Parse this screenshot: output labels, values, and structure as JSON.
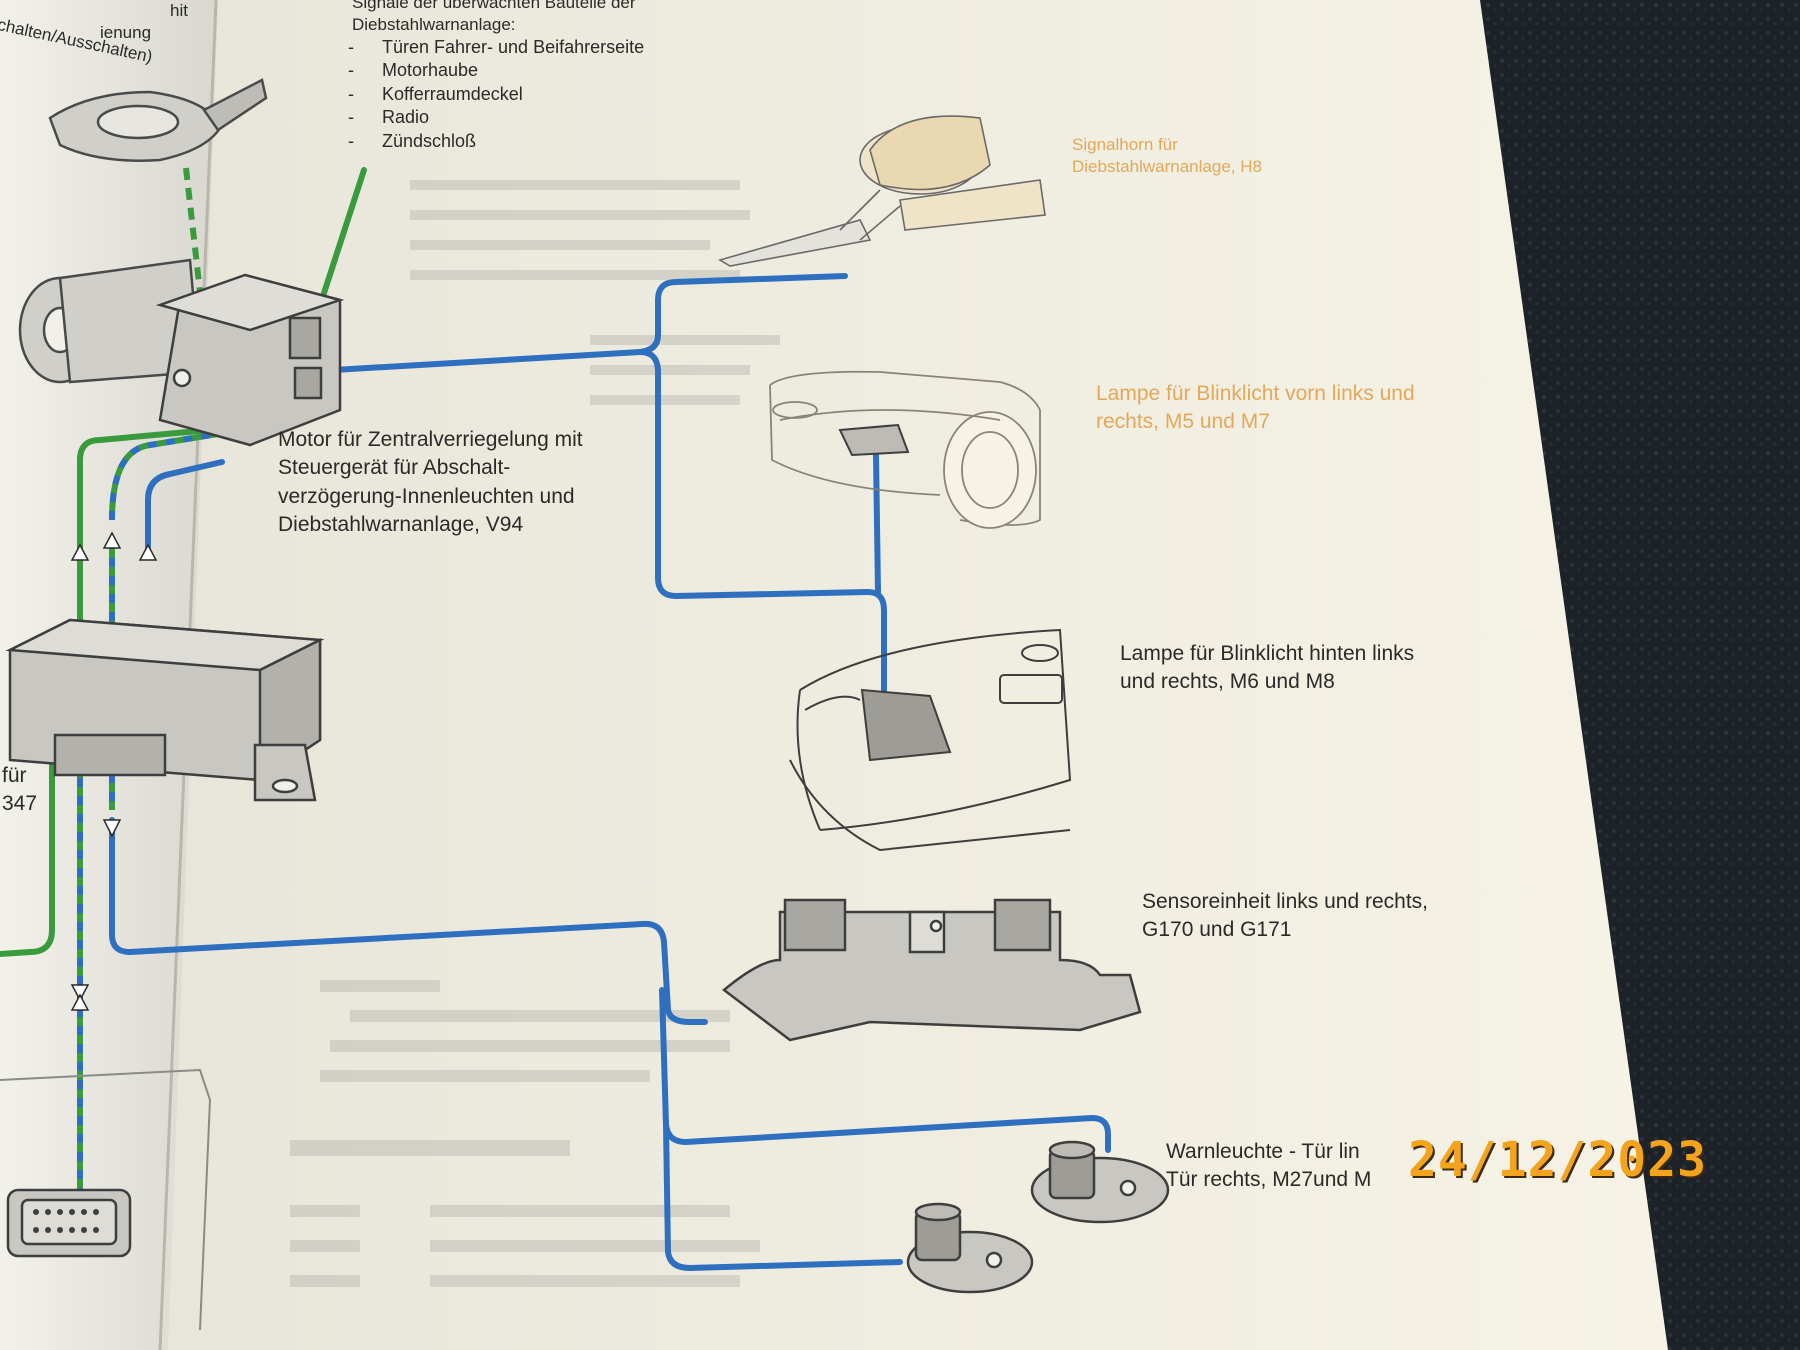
{
  "top_left_fragment": {
    "line1": "hit",
    "line2": "ienung",
    "line3": "chalten/Ausschalten)"
  },
  "signals_block": {
    "heading_line1": "Signale der überwachten Bauteile der",
    "heading_line2": "Diebstahlwarnanlage:",
    "items": [
      "Türen Fahrer- und Beifahrerseite",
      "Motorhaube",
      "Kofferraumdeckel",
      "Radio",
      "Zündschloß"
    ]
  },
  "horn_label": {
    "line1": "Signalhorn für",
    "line2": "Diebstahlwarnanlage, H8"
  },
  "front_lamp_label": {
    "line1": "Lampe für Blinklicht vorn links und",
    "line2": "rechts, M5 und M7"
  },
  "motor_label": {
    "line1": "Motor für Zentralverriegelung mit",
    "line2": "Steuergerät für Abschalt-",
    "line3": "verzögerung-Innenleuchten und",
    "line4": "Diebstahlwarnanlage, V94"
  },
  "rear_lamp_label": {
    "line1": "Lampe für Blinklicht hinten links",
    "line2": "und rechts, M6 und M8"
  },
  "left_fragment": {
    "line1": "für",
    "line2": "347"
  },
  "sensor_label": {
    "line1": "Sensoreinheit links und rechts,",
    "line2": "G170 und G171"
  },
  "warning_label": {
    "line1": "Warnleuchte - Tür lin",
    "line2": "Tür rechts, M27und M"
  },
  "date_stamp": "24/12/2023",
  "colors": {
    "page": "#f4f1e4",
    "wire_blue": "#2f6fc0",
    "wire_green": "#3a9a3e",
    "outline": "#4a4a4a",
    "component_fill": "#c9c7c2",
    "faded_component": "#e4c58f",
    "label_orange": "#e3a85a",
    "date_stamp": "#f4a41c"
  }
}
